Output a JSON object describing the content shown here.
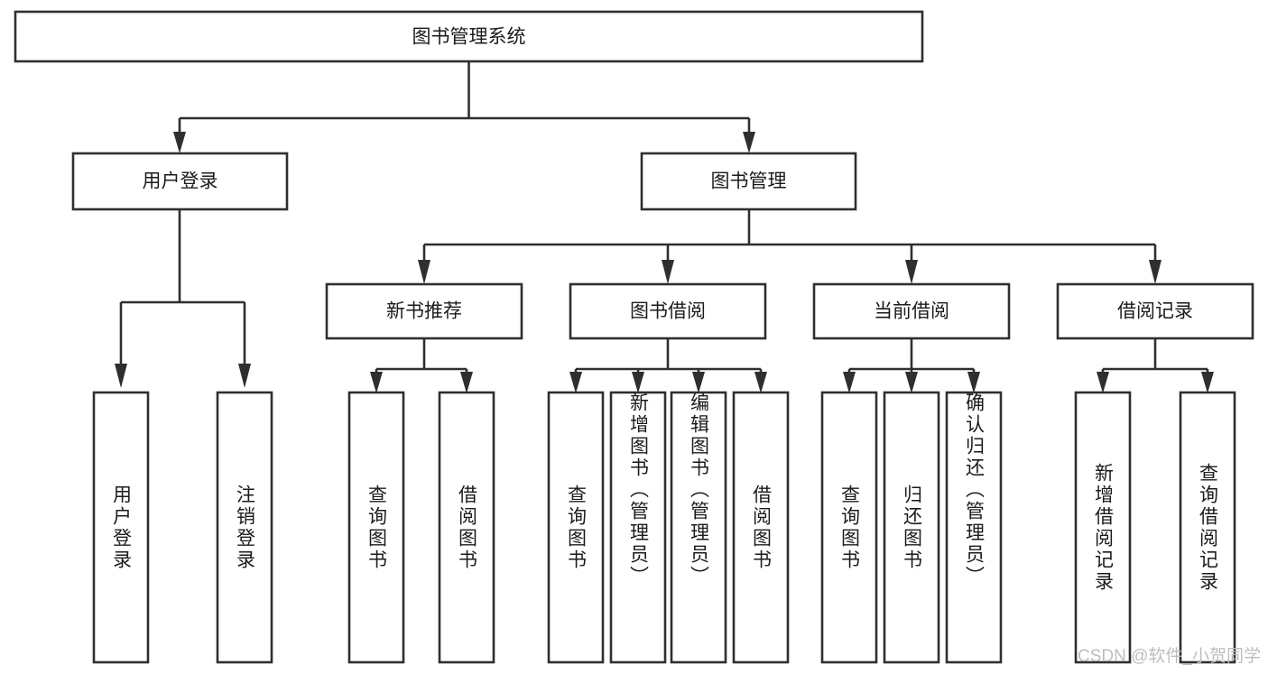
{
  "diagram": {
    "type": "tree",
    "title_node": {
      "label": "图书管理系统"
    },
    "level2": [
      {
        "id": "user-login",
        "label": "用户登录"
      },
      {
        "id": "book-management",
        "label": "图书管理"
      }
    ],
    "level3": [
      {
        "id": "new-book-recommend",
        "label": "新书推荐"
      },
      {
        "id": "book-borrow",
        "label": "图书借阅"
      },
      {
        "id": "current-borrow",
        "label": "当前借阅"
      },
      {
        "id": "borrow-record",
        "label": "借阅记录"
      }
    ],
    "leaves": {
      "user_login": [
        {
          "id": "leaf-user-login",
          "label": "用户登录"
        },
        {
          "id": "leaf-logout",
          "label": "注销登录"
        }
      ],
      "new_book_recommend": [
        {
          "id": "leaf-query-book-1",
          "label": "查询图书"
        },
        {
          "id": "leaf-borrow-book-1",
          "label": "借阅图书"
        }
      ],
      "book_borrow": [
        {
          "id": "leaf-query-book-2",
          "label": "查询图书"
        },
        {
          "id": "leaf-add-book",
          "label": "新增图书（管理员）"
        },
        {
          "id": "leaf-edit-book",
          "label": "编辑图书（管理员）"
        },
        {
          "id": "leaf-borrow-book-2",
          "label": "借阅图书"
        }
      ],
      "current_borrow": [
        {
          "id": "leaf-query-book-3",
          "label": "查询图书"
        },
        {
          "id": "leaf-return-book",
          "label": "归还图书"
        },
        {
          "id": "leaf-confirm-return",
          "label": "确认归还（管理员）"
        }
      ],
      "borrow_record": [
        {
          "id": "leaf-add-record",
          "label": "新增借阅记录"
        },
        {
          "id": "leaf-query-record",
          "label": "查询借阅记录"
        }
      ]
    },
    "watermark": "CSDN @软件_小贺同学",
    "colors": {
      "box_stroke": "#2f2f2f",
      "box_fill": "#ffffff",
      "text": "#1b1b1b",
      "watermark": "#bdbdbd",
      "background": "#ffffff"
    }
  }
}
